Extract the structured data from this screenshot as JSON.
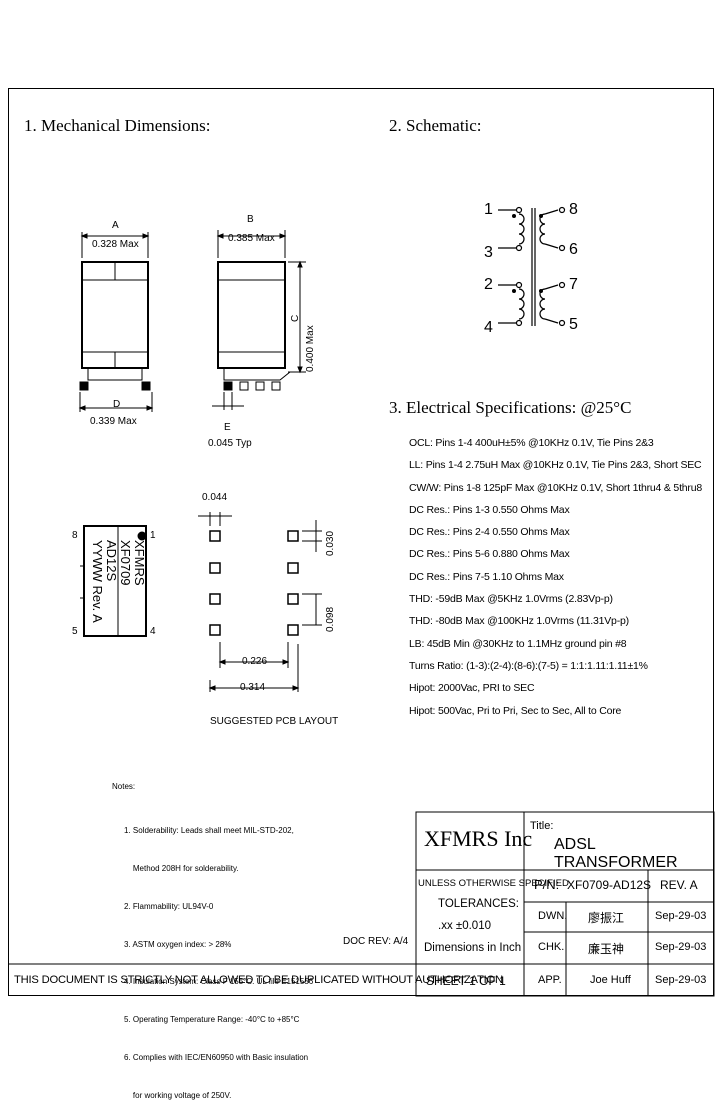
{
  "sections": {
    "mechanical": "1. Mechanical Dimensions:",
    "schematic": "2. Schematic:",
    "electrical": "3. Electrical Specifications: @25°C"
  },
  "mechanical": {
    "dim_a_letter": "A",
    "dim_a_value": "0.328 Max",
    "dim_b_letter": "B",
    "dim_b_value": "0.385 Max",
    "dim_c_letter": "C",
    "dim_c_value": "0.400 Max",
    "dim_d_letter": "D",
    "dim_d_value": "0.339 Max",
    "dim_e_letter": "E",
    "dim_e_value": "0.045 Typ",
    "part_lines": [
      "XFMRS",
      "XF0709",
      "AD12S",
      "YYWW  Rev. A"
    ],
    "pin_labels": [
      "8",
      "1",
      "5",
      "4"
    ],
    "pcb_dim_044": "0.044",
    "pcb_dim_030": "0.030",
    "pcb_dim_098": "0.098",
    "pcb_dim_226": "0.226",
    "pcb_dim_314": "0.314",
    "pcb_caption": "SUGGESTED PCB LAYOUT"
  },
  "schematic": {
    "left_pins": [
      "1",
      "3",
      "2",
      "4"
    ],
    "right_pins": [
      "8",
      "6",
      "7",
      "5"
    ]
  },
  "electrical_specs": [
    "OCL: Pins 1-4 400uH±5% @10KHz 0.1V, Tie Pins 2&3",
    "LL: Pins 1-4 2.75uH Max @10KHz 0.1V, Tie Pins 2&3, Short SEC",
    "CW/W: Pins 1-8 125pF Max @10KHz 0.1V, Short 1thru4 & 5thru8",
    "DC Res.: Pins 1-3 0.550 Ohms Max",
    "DC Res.: Pins 2-4 0.550 Ohms Max",
    "DC Res.: Pins 5-6 0.880 Ohms Max",
    "DC Res.: Pins 7-5 1.10 Ohms Max",
    "THD: -59dB Max @5KHz 1.0Vrms (2.83Vp-p)",
    "THD: -80dB Max @100KHz 1.0Vrms (11.31Vp-p)",
    "LB: 45dB Min @30KHz to 1.1MHz ground pin #8",
    "Turns Ratio: (1-3):(2-4):(8-6):(7-5) = 1:1:1.11:1.11±1%",
    "Hipot: 2000Vac, PRI to SEC",
    "Hipot: 500Vac, Pri to Pri, Sec to Sec, All to Core"
  ],
  "notes": {
    "title": "Notes:",
    "lines": [
      "1. Solderability: Leads shall meet MIL-STD-202,",
      "    Method 208H for solderability.",
      "2. Flammability: UL94V-0",
      "3. ASTM oxygen index: > 28%",
      "4. Insulation System: Class F 155°C. UL file E151556",
      "5. Operating Temperature Range: -40°C to +85°C",
      "6. Complies with IEC/EN60950 with Basic insulation",
      "    for working voltage of 250V."
    ]
  },
  "doc_rev": "DOC REV: A/4",
  "title_block": {
    "company": "XFMRS Inc",
    "title_label": "Title:",
    "title": "ADSL TRANSFORMER",
    "unless": "UNLESS OTHERWISE SPECIFIED",
    "tolerances": "TOLERANCES:",
    "tol_value": ".xx ±0.010",
    "dimensions": "Dimensions in Inch",
    "pn_label": "P/N:",
    "pn": "XF0709-AD12S",
    "rev": "REV. A",
    "dwn_label": "DWN.",
    "dwn_name": "廖振江",
    "dwn_date": "Sep-29-03",
    "chk_label": "CHK.",
    "chk_name": "廉玉神",
    "chk_date": "Sep-29-03",
    "app_label": "APP.",
    "app_name": "Joe Huff",
    "app_date": "Sep-29-03",
    "sheet": "SHEET  1  OF  1",
    "warning": "THIS DOCUMENT IS STRICTLY NOT ALLOWED TO BE DUPLICATED WITHOUT AUTHORIZATION"
  }
}
